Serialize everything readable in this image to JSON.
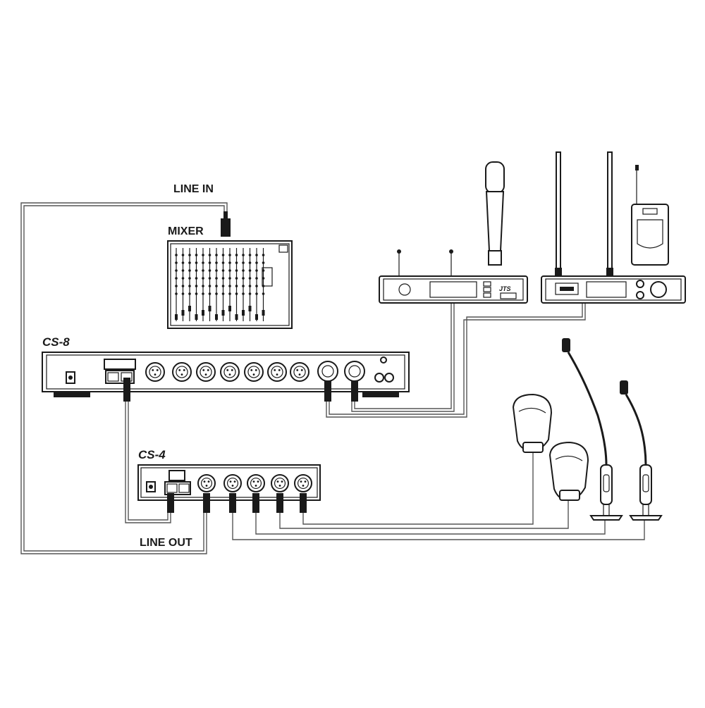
{
  "labels": {
    "line_in": "LINE IN",
    "mixer": "MIXER",
    "cs8": "CS-8",
    "cs4": "CS-4",
    "line_out": "LINE OUT"
  },
  "receiver_logo": "JTS",
  "colors": {
    "line": "#1a1a1a",
    "cable": "#555555",
    "background": "#ffffff"
  }
}
